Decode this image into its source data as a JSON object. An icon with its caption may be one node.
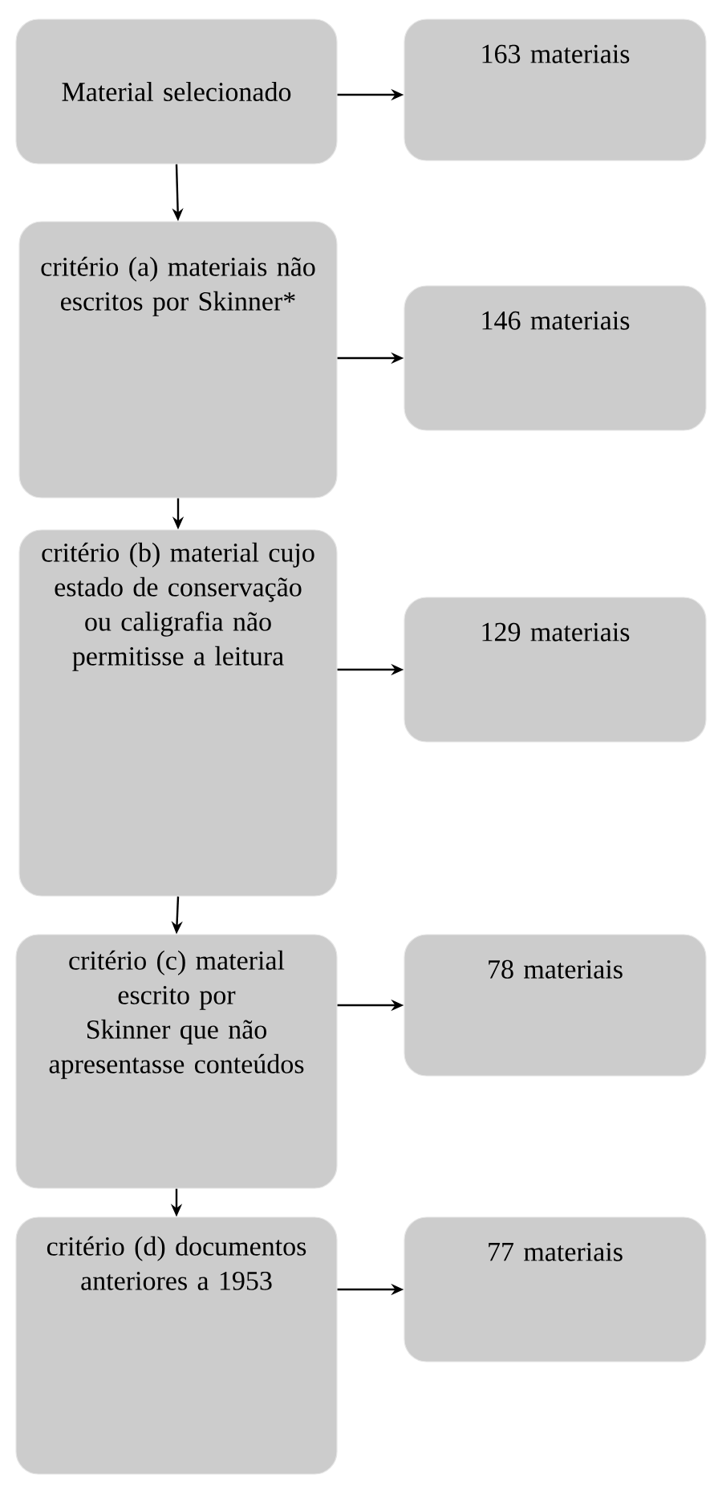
{
  "diagram": {
    "nodes": [
      {
        "text": [
          "Material selecionado"
        ]
      },
      {
        "text": [
          "163 materiais"
        ]
      },
      {
        "text": [
          "critério (a) materiais não escritos por Skinner*"
        ]
      },
      {
        "text": [
          "146 materiais"
        ]
      },
      {
        "text": [
          "critério (b) material cujo estado de conservação ou caligrafia não permitisse a leitura"
        ]
      },
      {
        "text": [
          "129 materiais"
        ]
      },
      {
        "text": [
          "critério (c) material escrito por Skinner que não apresentasse conteúdos"
        ]
      },
      {
        "text": [
          "78 materiais"
        ]
      },
      {
        "text": [
          "critério (d) documentos anteriores a 1953"
        ]
      },
      {
        "text": [
          "77 materiais"
        ]
      }
    ],
    "edges": [
      {
        "from": 0,
        "to": 1,
        "arrow": "to"
      },
      {
        "from": 0,
        "to": 2,
        "arrow": "to"
      },
      {
        "from": 2,
        "to": 3,
        "arrow": "to"
      },
      {
        "from": 2,
        "to": 4,
        "arrow": "to"
      },
      {
        "from": 4,
        "to": 5,
        "arrow": "to"
      },
      {
        "from": 4,
        "to": 6,
        "arrow": "to"
      },
      {
        "from": 6,
        "to": 7,
        "arrow": "to"
      },
      {
        "from": 6,
        "to": 8,
        "arrow": "to"
      },
      {
        "from": 8,
        "to": 9,
        "arrow": "to"
      }
    ]
  }
}
